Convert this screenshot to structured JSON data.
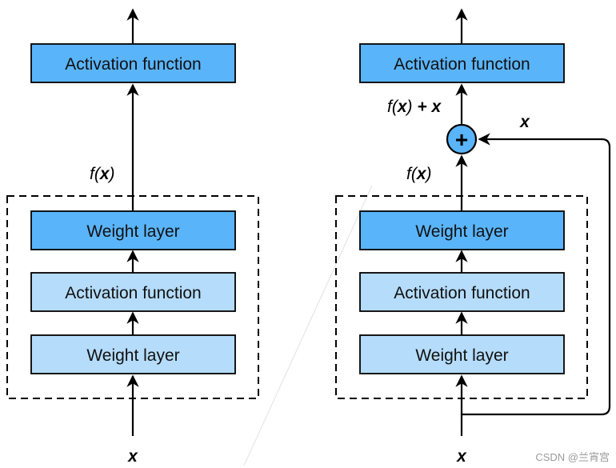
{
  "colors": {
    "box_dark": "#5ab4fa",
    "box_light": "#b5dcfb",
    "stroke": "#000000"
  },
  "left_block": {
    "output_box": "Activation function",
    "fx_label": {
      "f": "f",
      "x": "x"
    },
    "inner_weight_top": "Weight layer",
    "inner_activation": "Activation function",
    "inner_weight_bottom": "Weight layer",
    "input_label": "x"
  },
  "right_block": {
    "output_box": "Activation function",
    "sum_label": {
      "f": "f",
      "x": "x",
      "plus": "+",
      "x2": "x"
    },
    "skip_label": "x",
    "plus_symbol": "+",
    "fx_label": {
      "f": "f",
      "x": "x"
    },
    "inner_weight_top": "Weight layer",
    "inner_activation": "Activation function",
    "inner_weight_bottom": "Weight layer",
    "input_label": "x"
  },
  "watermark": "CSDN @兰宵宫"
}
